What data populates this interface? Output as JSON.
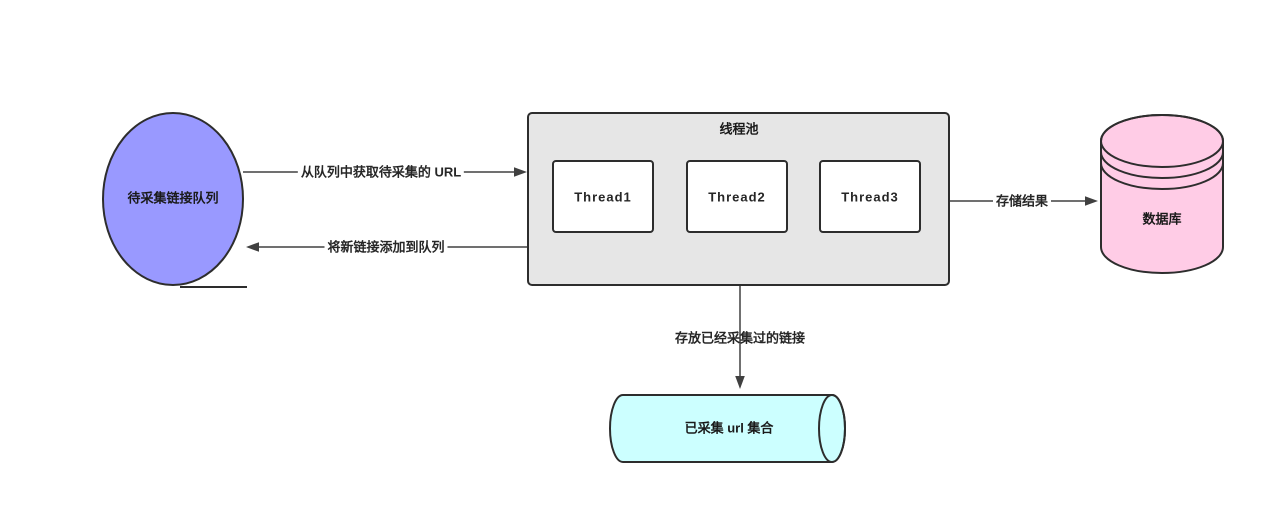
{
  "diagram": {
    "title": "web-crawler-thread-pool-diagram",
    "nodes": {
      "queue": {
        "label": "待采集链接队列",
        "fill": "#9999FF",
        "shape": "ellipse"
      },
      "pool": {
        "label": "线程池",
        "fill": "#E6E6E6",
        "shape": "rounded-rect"
      },
      "threads": [
        {
          "label": "Thread1",
          "fill": "#FFFFFF"
        },
        {
          "label": "Thread2",
          "fill": "#FFFFFF"
        },
        {
          "label": "Thread3",
          "fill": "#FFFFFF"
        }
      ],
      "database": {
        "label": "数据库",
        "fill": "#FFCCE6",
        "shape": "cylinder-vertical"
      },
      "url_set": {
        "label": "已采集 url 集合",
        "fill": "#CCFFFF",
        "shape": "cylinder-horizontal"
      }
    },
    "edges": {
      "fetch": {
        "label": "从队列中获取待采集的 URL",
        "from": "queue",
        "to": "pool"
      },
      "add_new": {
        "label": "将新链接添加到队列",
        "from": "pool",
        "to": "queue"
      },
      "store": {
        "label": "存储结果",
        "from": "pool",
        "to": "database"
      },
      "visited": {
        "label": "存放已经采集过的链接",
        "from": "pool",
        "to": "url_set"
      }
    },
    "colors": {
      "shape_stroke": "#2D2D2D",
      "edge_stroke": "#404040",
      "label_text": "#1A1A1A",
      "background": "#FFFFFF"
    }
  }
}
